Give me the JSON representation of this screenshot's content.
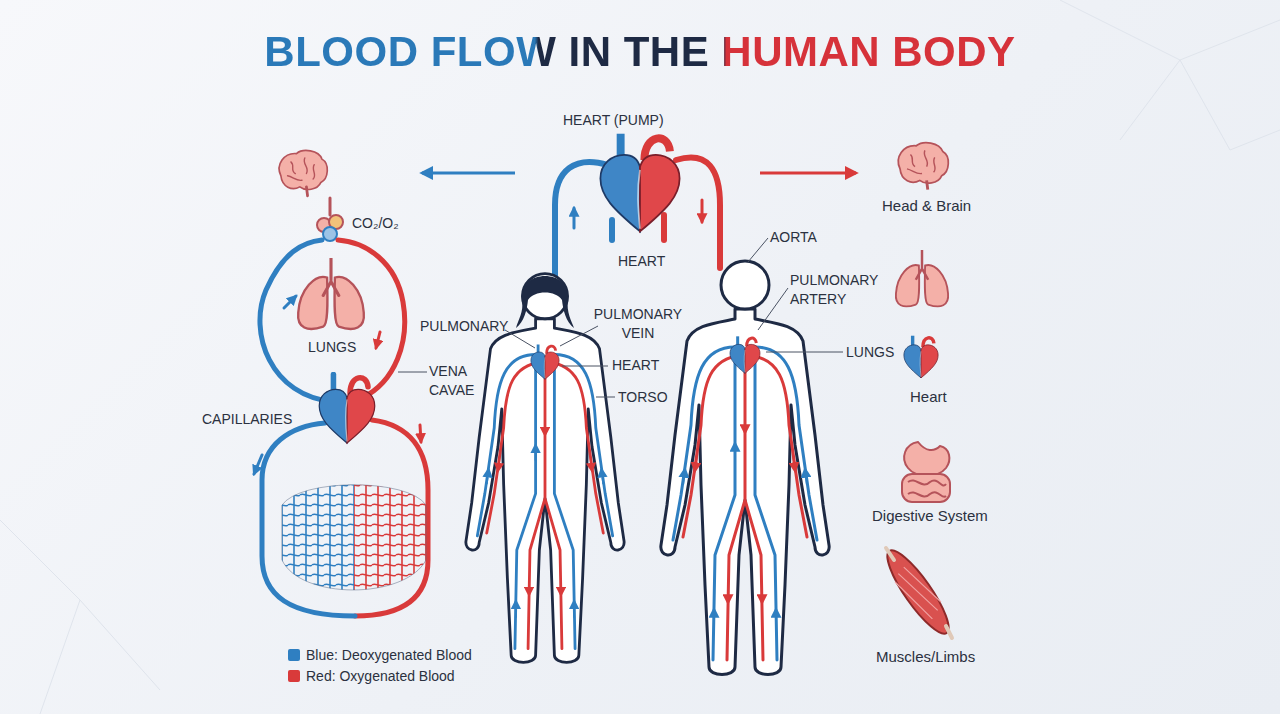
{
  "diagram": {
    "title": "BLOOD FLOW IN THE HUMAN BODY",
    "labels": [
      "HEART (PUMP)",
      "CO₂/O₂",
      "LUNGS",
      "CAPILLARIES",
      "HEART",
      "AORTA",
      "PULMONARY ARTERY",
      "LUNGS",
      "PULMONARY",
      "PULMONARY VEIN",
      "VENA CAVAE",
      "HEART",
      "TORSO",
      "Head & Brain",
      "Heart",
      "Digestive System",
      "Muscles/Limbs"
    ],
    "legend": [
      {
        "text": "Blue: Deoxygenated Blood",
        "color": "#2f7fc1"
      },
      {
        "text": "Red: Oxygenated Blood",
        "color": "#d93a3a"
      }
    ]
  }
}
